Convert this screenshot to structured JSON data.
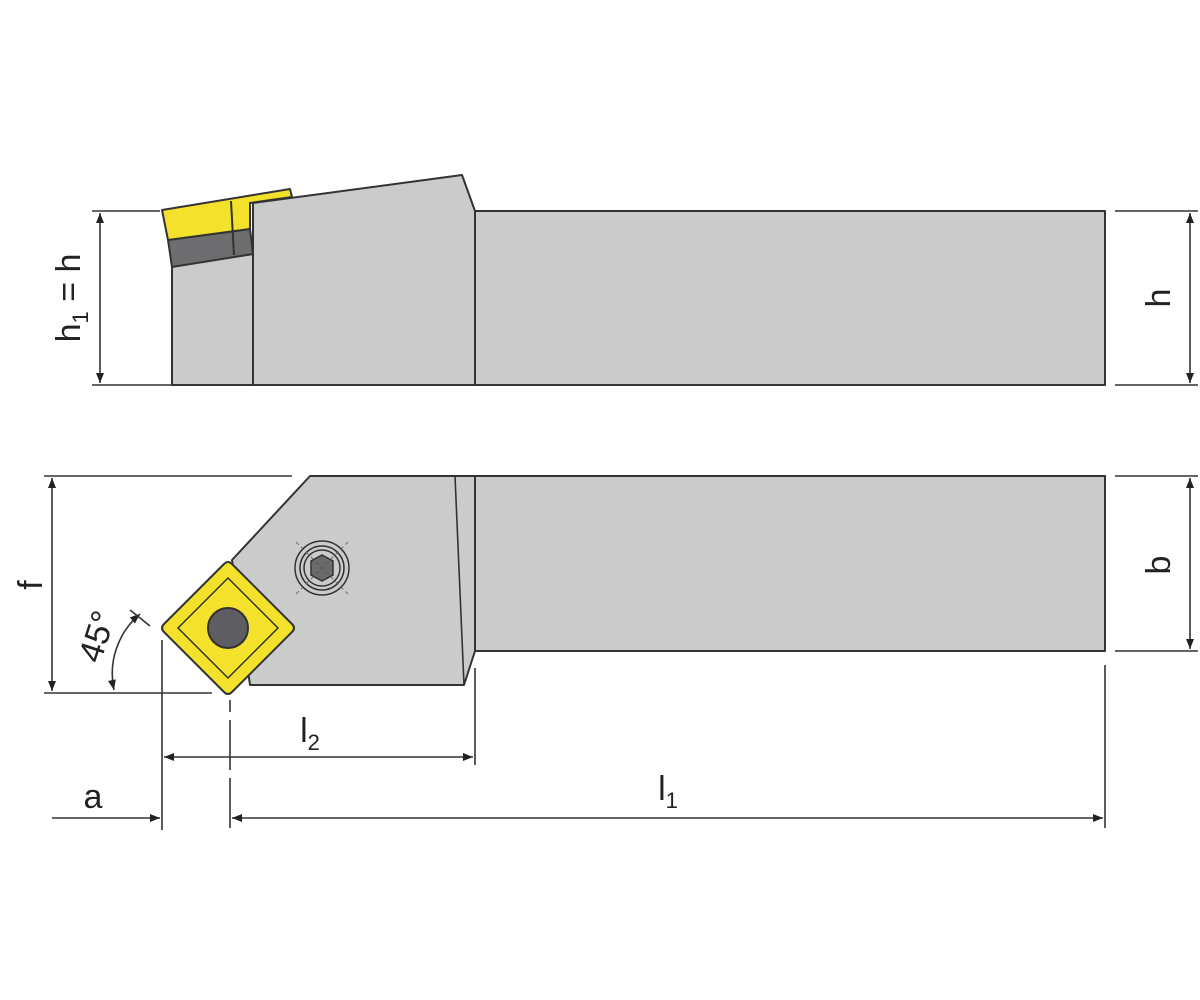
{
  "diagram": {
    "title_hidden": null,
    "labels": {
      "h1_eq_h": {
        "base": "h",
        "sub": "1",
        "rest": " = h"
      },
      "h": "h",
      "f": "f",
      "b": "b",
      "angle": "45°",
      "l2": {
        "base": "l",
        "sub": "2"
      },
      "l1": {
        "base": "l",
        "sub": "1"
      },
      "a": "a"
    },
    "colors": {
      "body": "#cbcbcb",
      "insert": "#f3e12b",
      "shim": "#6e6e70",
      "outline": "#333333"
    }
  }
}
